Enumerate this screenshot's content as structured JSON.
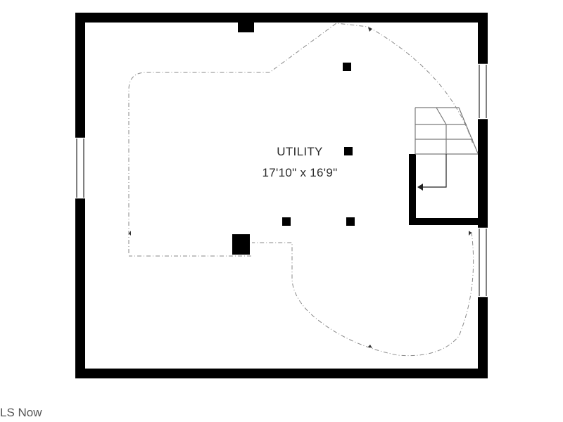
{
  "room": {
    "name": "UTILITY",
    "dimensions": "17'10\" x 16'9\""
  },
  "watermark": "LS Now",
  "colors": {
    "wall": "#000000",
    "background": "#ffffff",
    "text": "#2a2a2a",
    "dashed_outline": "#8a8a8a",
    "watermark": "#555555"
  }
}
